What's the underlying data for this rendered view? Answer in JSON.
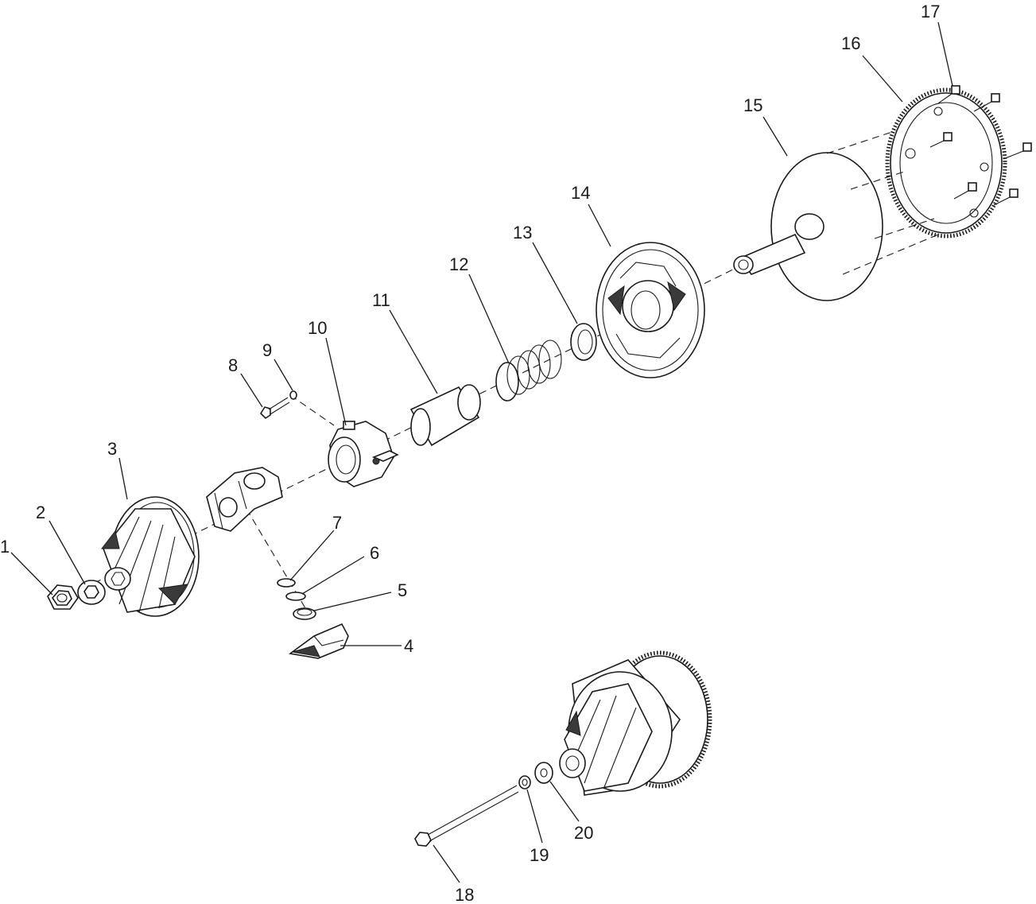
{
  "callouts": [
    {
      "id": 1,
      "label": "1"
    },
    {
      "id": 2,
      "label": "2"
    },
    {
      "id": 3,
      "label": "3"
    },
    {
      "id": 4,
      "label": "4"
    },
    {
      "id": 5,
      "label": "5"
    },
    {
      "id": 6,
      "label": "6"
    },
    {
      "id": 7,
      "label": "7"
    },
    {
      "id": 8,
      "label": "8"
    },
    {
      "id": 9,
      "label": "9"
    },
    {
      "id": 10,
      "label": "10"
    },
    {
      "id": 11,
      "label": "11"
    },
    {
      "id": 12,
      "label": "12"
    },
    {
      "id": 13,
      "label": "13"
    },
    {
      "id": 14,
      "label": "14"
    },
    {
      "id": 15,
      "label": "15"
    },
    {
      "id": 16,
      "label": "16"
    },
    {
      "id": 17,
      "label": "17"
    },
    {
      "id": 18,
      "label": "18"
    },
    {
      "id": 19,
      "label": "19"
    },
    {
      "id": 20,
      "label": "20"
    }
  ]
}
